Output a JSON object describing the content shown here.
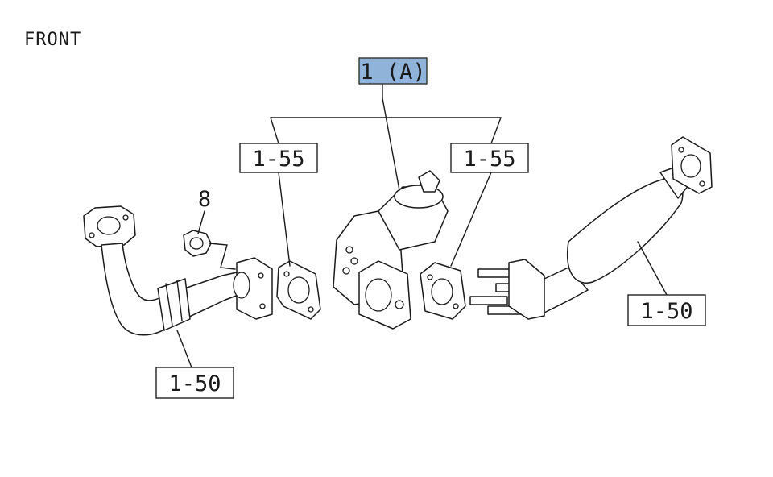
{
  "orientation_label": "FRONT",
  "callouts": {
    "selected": "1 (A)",
    "gasket_left": "1-55",
    "gasket_right": "1-55",
    "bolt_nut": "8",
    "pipe_front": "1-50",
    "pipe_rear": "1-50"
  },
  "colors": {
    "selected_fill": "#8fb3d9",
    "line": "#1a1a1a",
    "background": "#ffffff"
  }
}
